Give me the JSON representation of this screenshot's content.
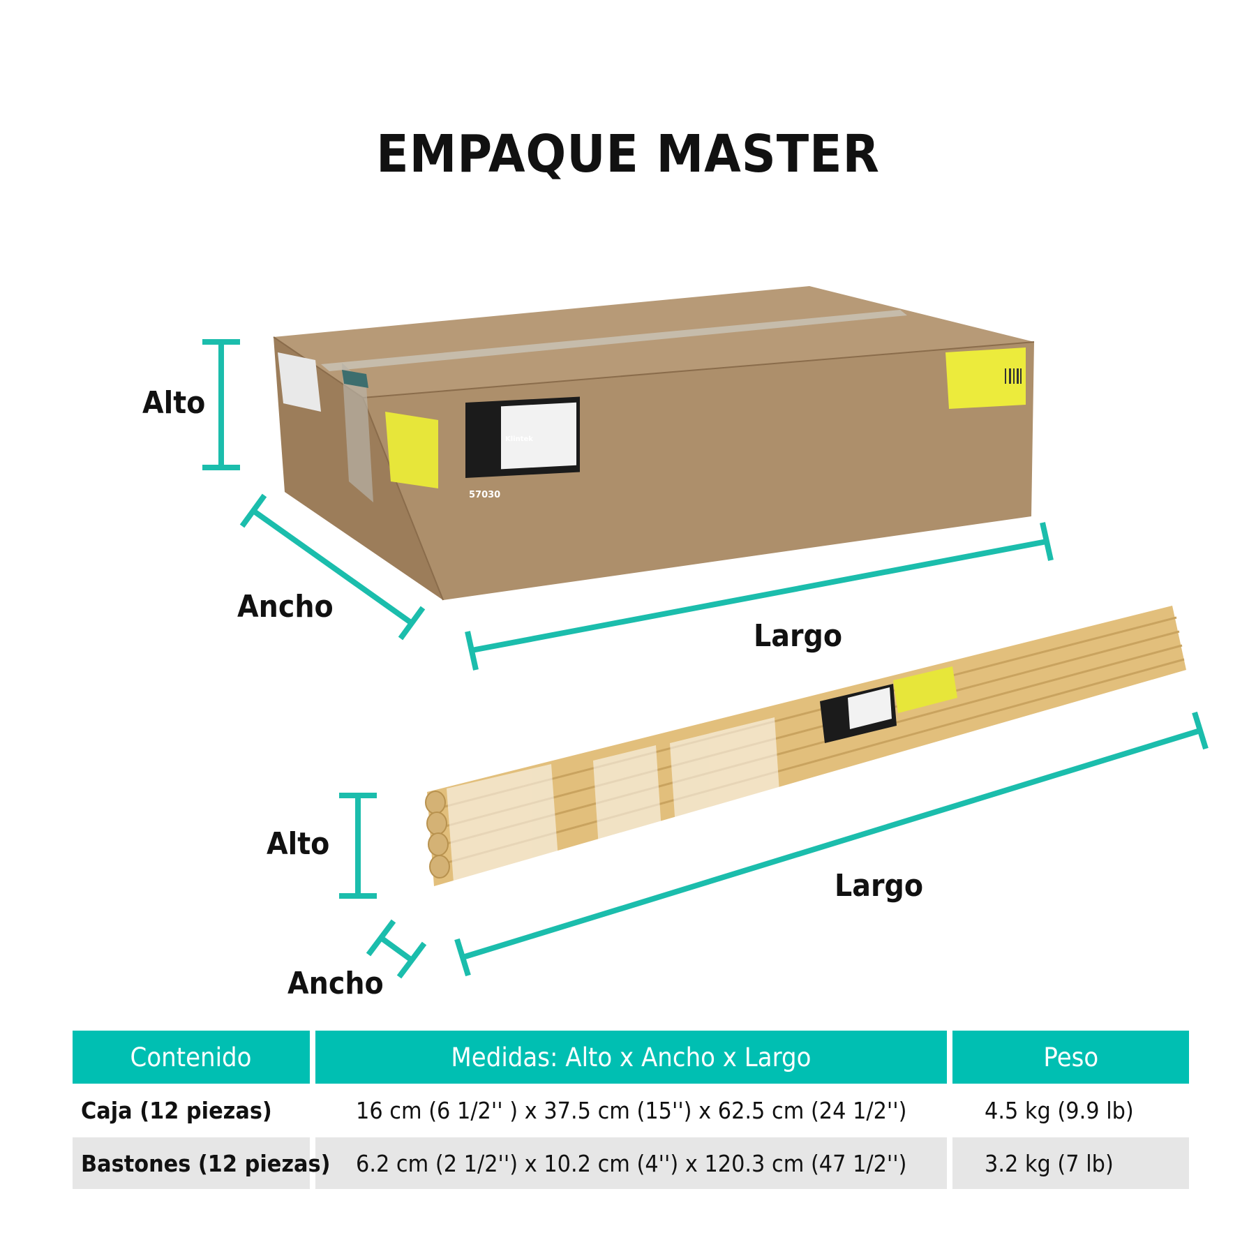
{
  "title": "EMPAQUE MASTER",
  "accent_color": "#1bbdac",
  "box_labels": {
    "alto": "Alto",
    "ancho": "Ancho",
    "largo": "Largo"
  },
  "bundle_labels": {
    "alto": "Alto",
    "ancho": "Ancho",
    "largo": "Largo"
  },
  "box_sticker": {
    "brand": "Klintek",
    "code": "57030"
  },
  "table": {
    "headers": [
      "Contenido",
      "Medidas: Alto x Ancho x Largo",
      "Peso"
    ],
    "rows": [
      {
        "contenido": "Caja (12 piezas)",
        "medidas": "16 cm (6 1/2'' ) x 37.5 cm (15'') x 62.5 cm (24 1/2'')",
        "peso": "4.5 kg (9.9 lb)"
      },
      {
        "contenido": "Bastones (12 piezas)",
        "medidas": "6.2 cm (2 1/2'') x 10.2 cm (4'') x 120.3 cm (47 1/2'')",
        "peso": "3.2 kg (7 lb)"
      }
    ]
  }
}
